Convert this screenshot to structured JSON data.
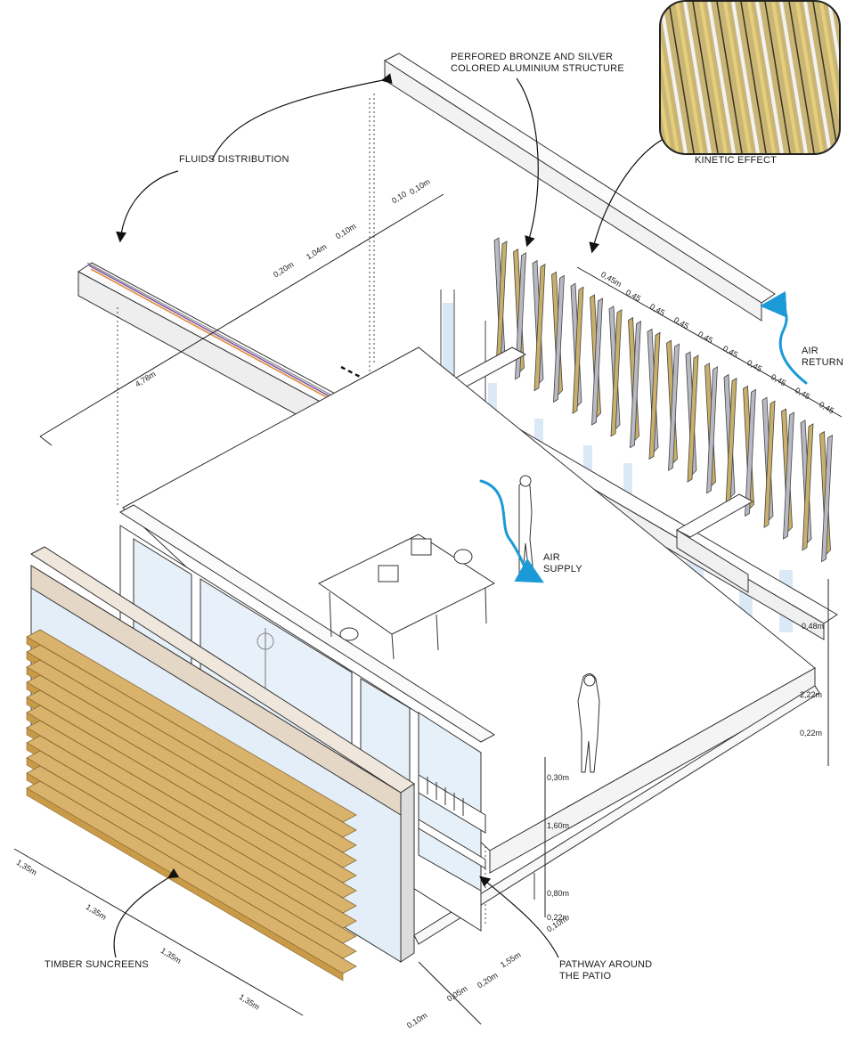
{
  "labels": {
    "perforated": "PERFORED BRONZE AND SILVER\nCOLORED ALUMINIUM STRUCTURE",
    "kinetic": "KINETIC EFFECT",
    "fluids": "FLUIDS DISTRIBUTION",
    "air_return": "AIR\nRETURN",
    "air_supply": "AIR\nSUPPLY",
    "timber": "TIMBER SUNCREENS",
    "pathway": "PATHWAY AROUND\nTHE PATIO"
  },
  "dimensions": {
    "fin_spacing": [
      "0,45m",
      "0,45",
      "0,45",
      "0,45",
      "0,45",
      "0,45",
      "0,45",
      "0,45",
      "0,45",
      "0,45"
    ],
    "ceiling": [
      "0,10",
      "0,10m",
      "0,10m",
      "1,04m",
      "0,20m"
    ],
    "height_total": "4,78m",
    "right_vertical": [
      "0,48m",
      "2,22m",
      "0,22m"
    ],
    "mid_vertical": [
      "0,30m",
      "1,60m",
      "0,80m",
      "0,22m",
      "0,10m"
    ],
    "bottom": [
      "1,55m",
      "0,20m",
      "0,05m",
      "0,10m"
    ],
    "timber_module": [
      "1,35m",
      "1,35m",
      "1,35m",
      "1,35m"
    ]
  },
  "colors": {
    "air_arrow": "#1b9ad6",
    "timber": "#d9b36c",
    "glass": "#cfe2f3",
    "bronze": "#c9b06a",
    "silver": "#b9b9c4",
    "duct_stripe_purple": "#7b5aa6",
    "duct_stripe_orange": "#e08a3c"
  }
}
